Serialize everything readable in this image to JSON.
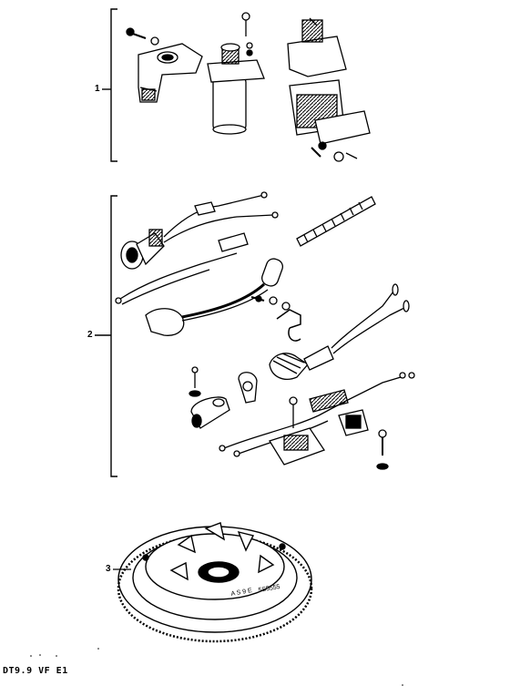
{
  "callouts": [
    {
      "number": "1"
    },
    {
      "number": "2"
    },
    {
      "number": "3"
    }
  ],
  "footer_code": "DT9.9 VF E1",
  "flywheel_marks": [
    "5S5555",
    "A S 9 E"
  ]
}
